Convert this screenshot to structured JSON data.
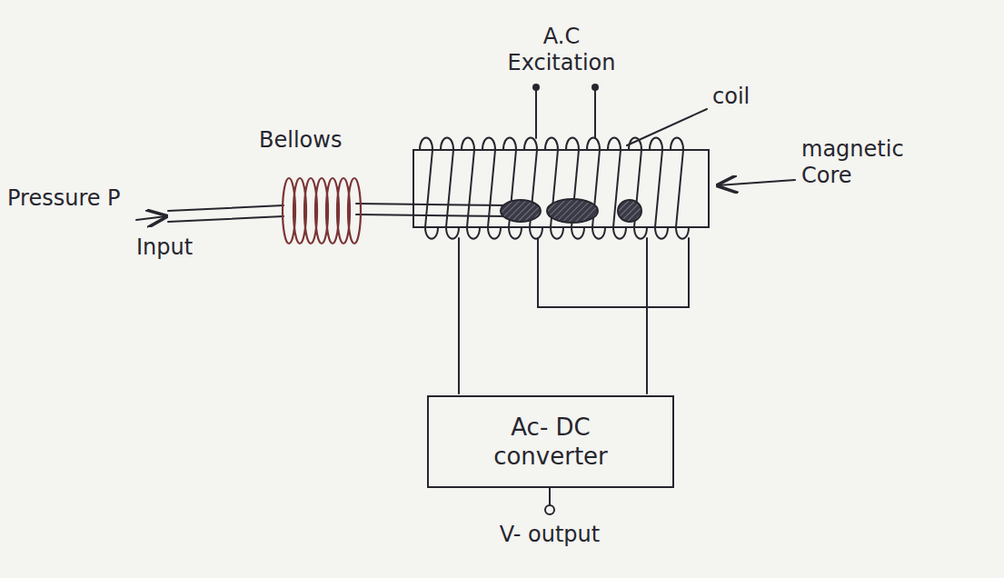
{
  "diagram": {
    "nodes": [
      {
        "text": [
          "Ac- DC converter"
        ]
      }
    ],
    "labels": [
      "A.C Excitation",
      "coil",
      "Bellows",
      "Pressure P",
      "Input",
      "magnetic Core",
      "V- output"
    ]
  }
}
